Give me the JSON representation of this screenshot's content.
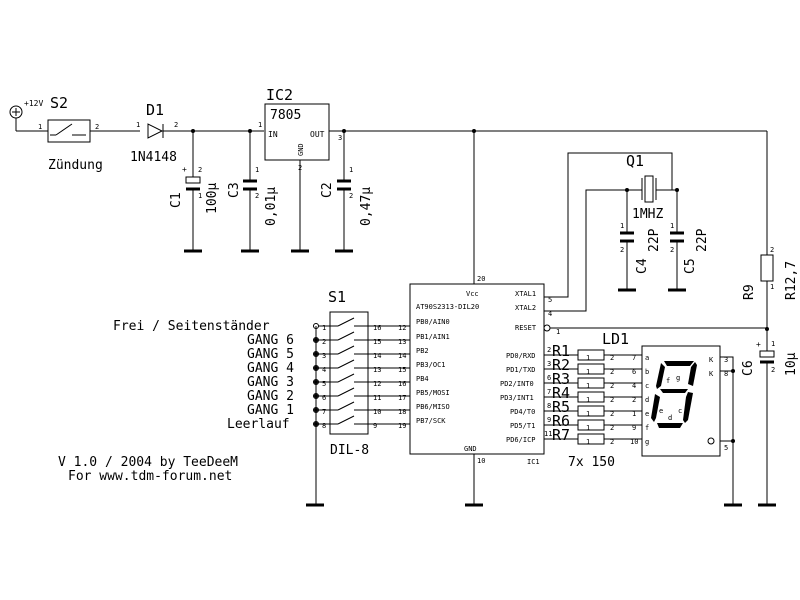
{
  "power": {
    "label": "+12V"
  },
  "s2": {
    "ref": "S2",
    "name": "Zündung",
    "pin1": "1",
    "pin2": "2"
  },
  "d1": {
    "ref": "D1",
    "value": "1N4148",
    "pin1": "1",
    "pin2": "2"
  },
  "ic2": {
    "ref": "IC2",
    "value": "7805",
    "in": "IN",
    "out": "OUT",
    "gnd": "GND",
    "pin1": "1",
    "pin2": "2",
    "pin3": "3"
  },
  "c1": {
    "ref": "C1",
    "value": "100µ",
    "plus": "+",
    "pin1": "1",
    "pin2": "2"
  },
  "c3": {
    "ref": "C3",
    "value": "0,01µ",
    "pin1": "1",
    "pin2": "2"
  },
  "c2": {
    "ref": "C2",
    "value": "0,47µ",
    "pin1": "1",
    "pin2": "2"
  },
  "q1": {
    "ref": "Q1",
    "value": "1MHZ"
  },
  "c4": {
    "ref": "C4",
    "value": "22P",
    "pin1": "1",
    "pin2": "2"
  },
  "c5": {
    "ref": "C5",
    "value": "22P",
    "pin1": "1",
    "pin2": "2"
  },
  "r9": {
    "ref": "R9",
    "value": "R12,7",
    "pin1": "1",
    "pin2": "2"
  },
  "c6": {
    "ref": "C6",
    "value": "10µ",
    "plus": "+",
    "pin1": "1",
    "pin2": "2"
  },
  "s1": {
    "ref": "S1",
    "package": "DIL-8",
    "labels": [
      "Frei / Seitenständer",
      "GANG 6",
      "GANG 5",
      "GANG 4",
      "GANG 3",
      "GANG 2",
      "GANG 1",
      "Leerlauf"
    ],
    "left_pins": [
      "1",
      "2",
      "3",
      "4",
      "5",
      "6",
      "7",
      "8"
    ],
    "right_pins": [
      "16",
      "15",
      "14",
      "13",
      "12",
      "11",
      "10",
      "9"
    ]
  },
  "ic1": {
    "ref": "IC1",
    "value": "AT90S2313-DIL20",
    "vcc": "Vcc",
    "gnd": "GND",
    "left_pins": [
      {
        "num": "12",
        "name": "PB0/AIN0"
      },
      {
        "num": "13",
        "name": "PB1/AIN1"
      },
      {
        "num": "14",
        "name": "PB2"
      },
      {
        "num": "15",
        "name": "PB3/OC1"
      },
      {
        "num": "16",
        "name": "PB4"
      },
      {
        "num": "17",
        "name": "PB5/MOSI"
      },
      {
        "num": "18",
        "name": "PB6/MISO"
      },
      {
        "num": "19",
        "name": "PB7/SCK"
      }
    ],
    "right_top": [
      {
        "num": "5",
        "name": "XTAL1"
      },
      {
        "num": "4",
        "name": "XTAL2"
      },
      {
        "num": "1",
        "name": "RESET"
      }
    ],
    "right_pins": [
      {
        "num": "2",
        "name": "PD0/RXD"
      },
      {
        "num": "3",
        "name": "PD1/TXD"
      },
      {
        "num": "6",
        "name": "PD2/INT0"
      },
      {
        "num": "7",
        "name": "PD3/INT1"
      },
      {
        "num": "8",
        "name": "PD4/T0"
      },
      {
        "num": "9",
        "name": "PD5/T1"
      },
      {
        "num": "11",
        "name": "PD6/ICP"
      }
    ],
    "vcc_pin": "20",
    "gnd_pin": "10"
  },
  "rnet": {
    "value": "7x 150",
    "refs": [
      "R1",
      "R2",
      "R3",
      "R4",
      "R5",
      "R6",
      "R7"
    ],
    "left_pins": [
      "1",
      "1",
      "1",
      "1",
      "1",
      "1",
      "1"
    ],
    "right_pins": [
      "2",
      "2",
      "2",
      "2",
      "2",
      "2",
      "2"
    ]
  },
  "ld1": {
    "ref": "LD1",
    "left_pins": [
      "7",
      "6",
      "4",
      "2",
      "1",
      "9",
      "10"
    ],
    "seg_labels": [
      "a",
      "b",
      "c",
      "d",
      "e",
      "f",
      "g"
    ],
    "k": "K",
    "k_pins": [
      "3",
      "8"
    ],
    "dp": "DP",
    "dp_pin": "5"
  },
  "footer": {
    "line1": "V 1.0 / 2004 by TeeDeeM",
    "line2": "For www.tdm-forum.net"
  }
}
